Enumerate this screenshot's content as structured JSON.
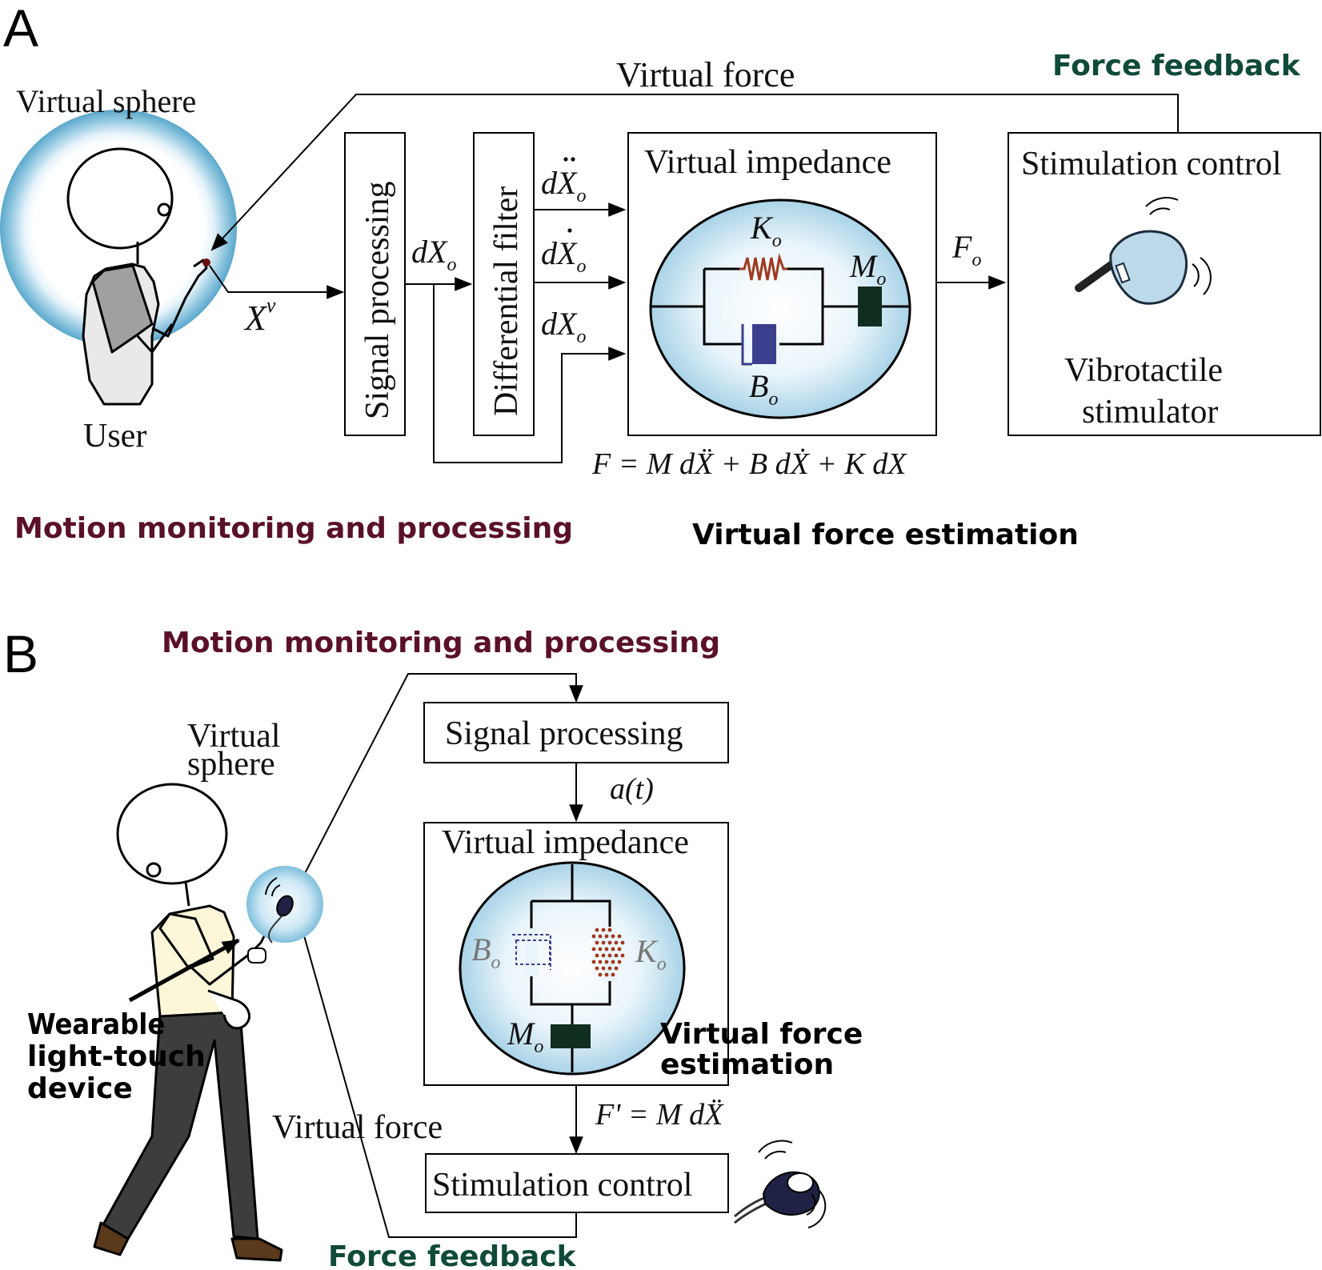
{
  "panel_a": {
    "letter": "A",
    "virtual_sphere_label": "Virtual sphere",
    "user_label": "User",
    "virtual_force_label": "Virtual force",
    "force_feedback_label": "Force feedback",
    "signal_processing_label": "Signal processing",
    "differential_filter_label": "Differential filter",
    "virtual_impedance_label": "Virtual impedance",
    "stimulation_control_label": "Stimulation control",
    "vibrotactile_line1": "Vibrotactile",
    "vibrotactile_line2": "stimulator",
    "input_symbol": "X",
    "input_superscript": "v",
    "dx_symbol": "dX",
    "subscript_o": "o",
    "k_symbol": "K",
    "m_symbol": "M",
    "b_symbol": "B",
    "f_symbol": "F",
    "equation": "F  = M dẌ  + B dẊ  + K dX",
    "motion_label": "Motion monitoring and processing",
    "estimation_label": "Virtual force estimation"
  },
  "panel_b": {
    "letter": "B",
    "motion_label": "Motion monitoring and processing",
    "signal_processing_label": "Signal processing",
    "signal_output": "a(t)",
    "virtual_sphere_line1": "Virtual",
    "virtual_sphere_line2": "sphere",
    "virtual_impedance_label": "Virtual impedance",
    "b_symbol": "B",
    "k_symbol": "K",
    "m_symbol": "M",
    "subscript_o": "o",
    "estimation_line1": "Virtual force",
    "estimation_line2": "estimation",
    "equation": "F' = M dẌ",
    "wearable_line1": "Wearable",
    "wearable_line2": "light-touch",
    "wearable_line3": "device",
    "virtual_force_label": "Virtual force",
    "stimulation_control_label": "Stimulation control",
    "force_feedback_label": "Force feedback"
  },
  "colors": {
    "motion_label": "#5a1128",
    "force_feedback": "#0f4a3a",
    "spring": "#a0381e",
    "damper_a": "#3b3f8c",
    "mass": "#0f2e1f",
    "sphere_edge": "#7ab8d4",
    "sphere_center": "#eef7fc",
    "stimulator_a": "#bcd9ea",
    "stimulator_b": "#1f2244"
  }
}
